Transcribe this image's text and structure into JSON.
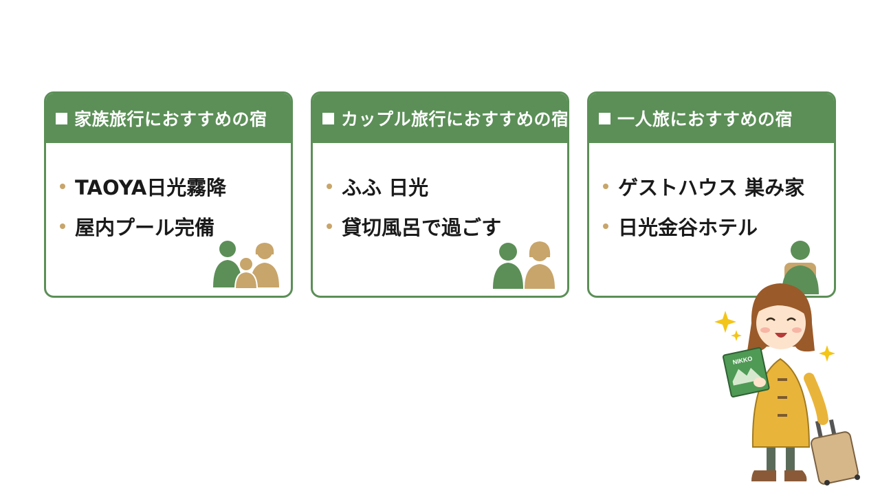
{
  "cards": [
    {
      "title": "家族旅行におすすめの宿",
      "items": [
        "TAOYA日光霧降",
        "屋内プール完備"
      ],
      "icon": "family-icon"
    },
    {
      "title": "カップル旅行におすすめの宿",
      "items": [
        "ふふ 日光",
        "貸切風呂で過ごす"
      ],
      "icon": "couple-icon"
    },
    {
      "title": "一人旅におすすめの宿",
      "items": [
        "ゲストハウス 巣み家",
        "日光金谷ホテル"
      ],
      "icon": "solo-traveler-icon"
    }
  ],
  "illustration": {
    "guidebook_text": "NIKKO",
    "icon": "traveler-girl-illustration"
  },
  "colors": {
    "green": "#5b8f57",
    "gold": "#c8a56a",
    "coat": "#e9b43a"
  }
}
